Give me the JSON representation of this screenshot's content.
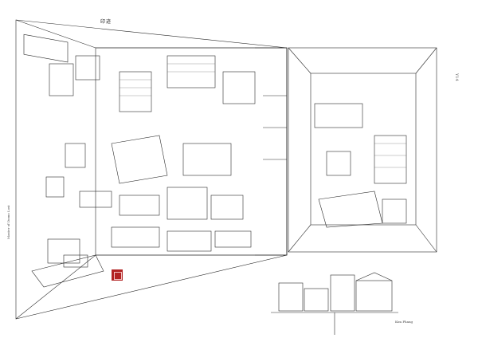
{
  "artwork": {
    "title_cn": "印迹",
    "side_caption": "Master of Domo Lost",
    "page_number": "Y14",
    "signature": "Kim Phang",
    "seal_color": "#b22222"
  },
  "palette": {
    "ink": "#2a2a2a",
    "paper": "#ffffff"
  }
}
